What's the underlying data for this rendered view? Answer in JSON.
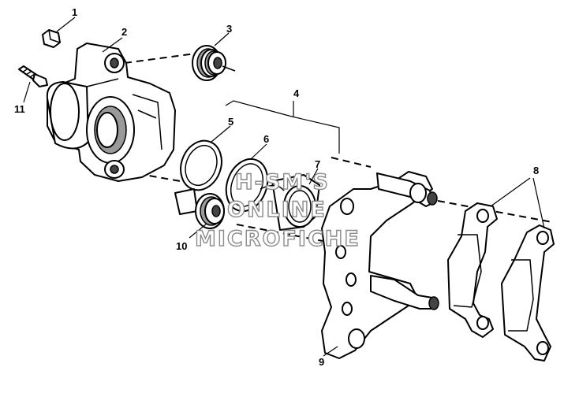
{
  "callouts": [
    {
      "id": "1",
      "label": "1"
    },
    {
      "id": "2",
      "label": "2"
    },
    {
      "id": "3",
      "label": "3"
    },
    {
      "id": "4",
      "label": "4"
    },
    {
      "id": "5",
      "label": "5"
    },
    {
      "id": "6",
      "label": "6"
    },
    {
      "id": "7",
      "label": "7"
    },
    {
      "id": "8",
      "label": "8"
    },
    {
      "id": "9",
      "label": "9"
    },
    {
      "id": "10",
      "label": "10"
    },
    {
      "id": "11",
      "label": "11"
    }
  ],
  "watermark": {
    "line1": "H-SM'S",
    "line2": "ONLINE",
    "line3": "MICROFICHE",
    "color": "#8a8a8a"
  }
}
